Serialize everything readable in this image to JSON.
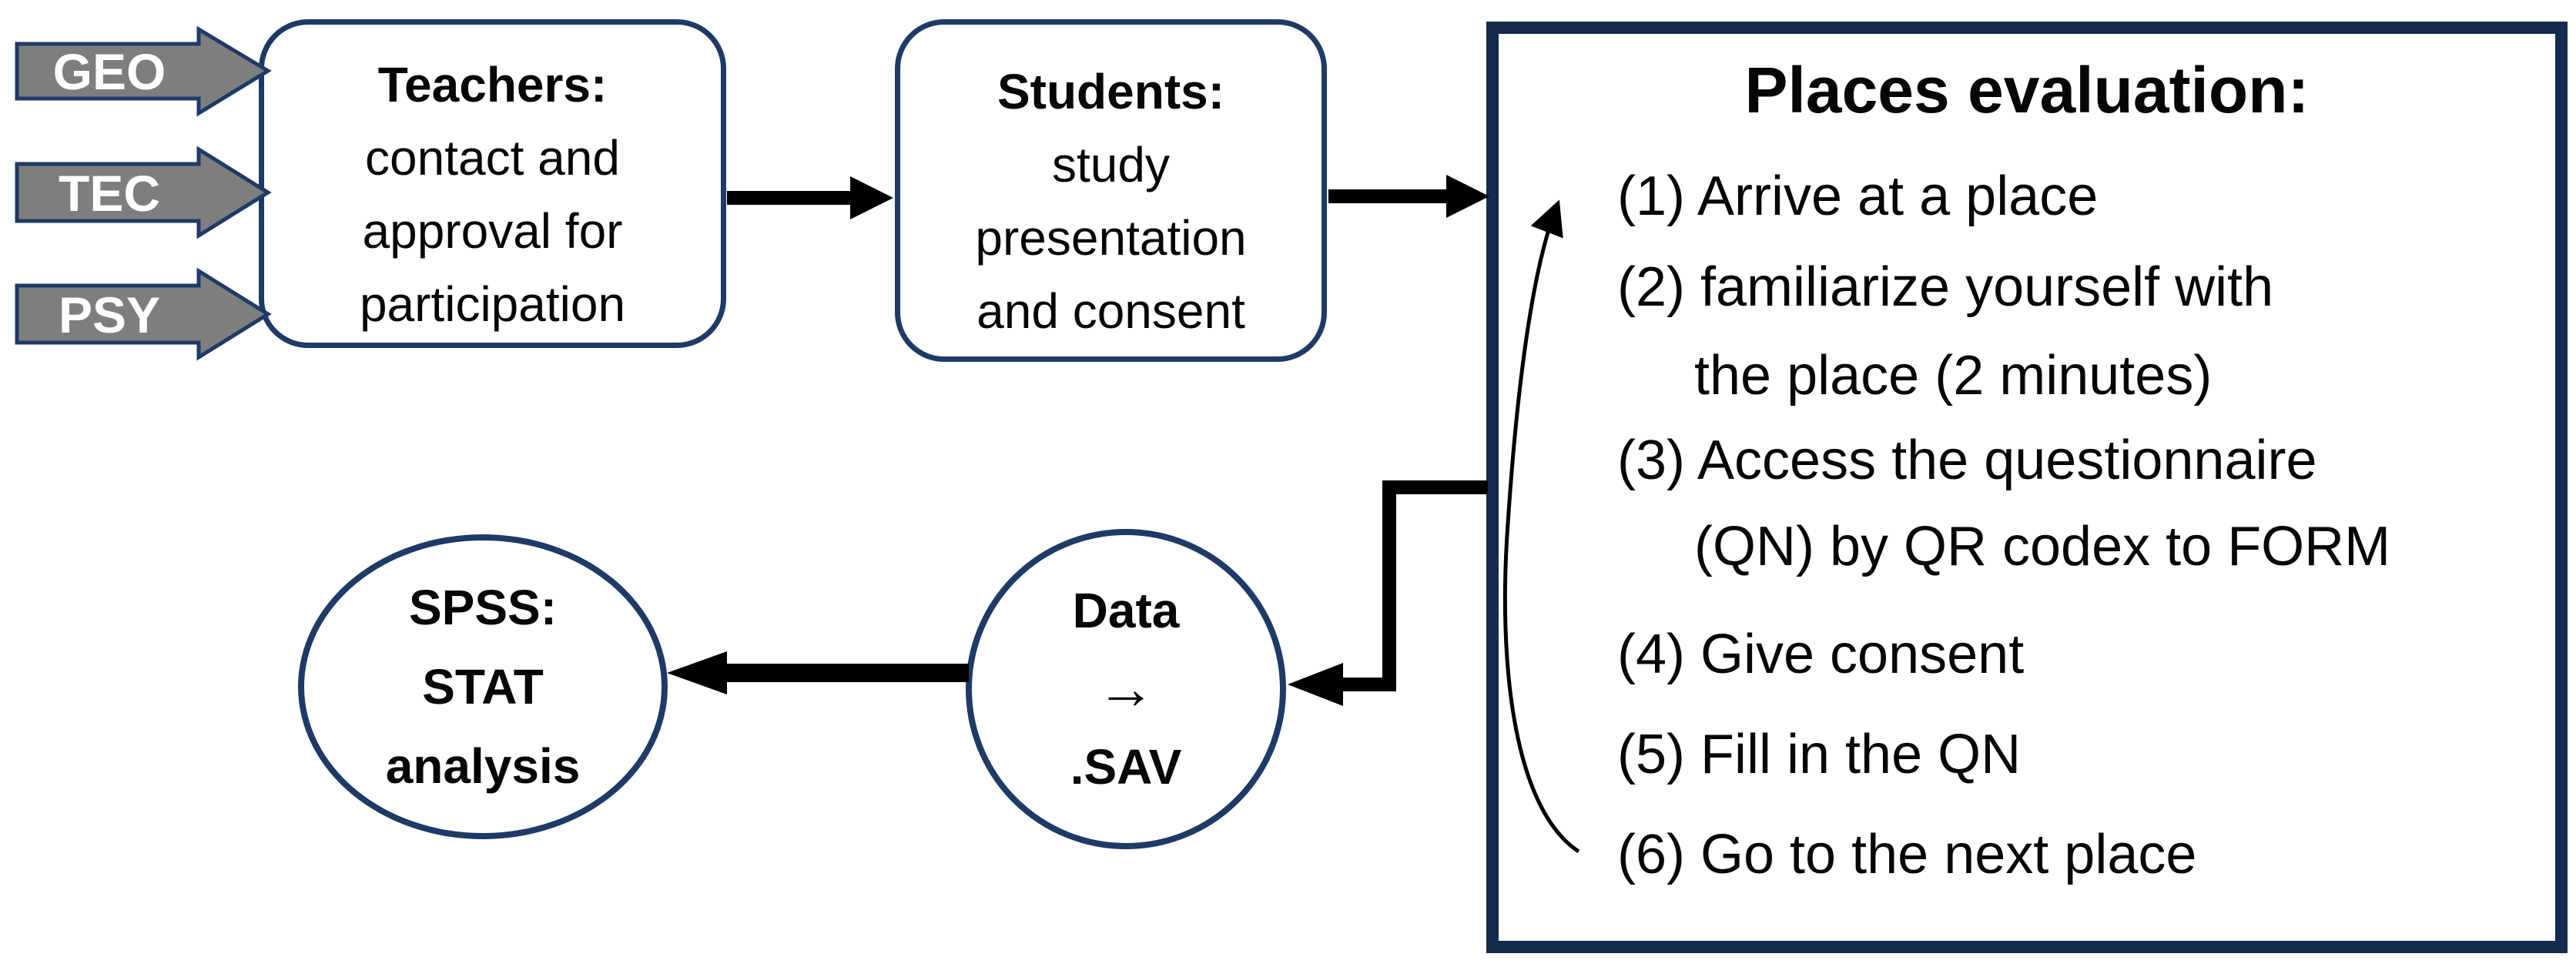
{
  "banners": {
    "items": [
      {
        "label": "GEO"
      },
      {
        "label": "TEC"
      },
      {
        "label": "PSY"
      }
    ]
  },
  "teachers_box": {
    "title": "Teachers:",
    "lines": [
      "contact and",
      "approval for",
      "participation"
    ]
  },
  "students_box": {
    "title": "Students:",
    "lines": [
      "study",
      "presentation",
      "and consent"
    ]
  },
  "places_box": {
    "title": "Places evaluation:",
    "steps": [
      "(1) Arrive at a place",
      "(2) familiarize yourself with",
      "the place (2 minutes)",
      "(3) Access the questionnaire",
      "(QN) by QR codex to FORM",
      "(4) Give consent",
      "(5) Fill in the QN",
      "(6) Go to the next place"
    ]
  },
  "data_circle": {
    "line1": "Data",
    "arrow_glyph": "→",
    "line2": ".SAV"
  },
  "spss_ellipse": {
    "lines": [
      "SPSS:",
      "STAT",
      "analysis"
    ]
  },
  "colors": {
    "shape_border_navy": "#1e3a66",
    "places_border_navy": "#132b4e",
    "banner_gray": "#7e7e7e",
    "arrow_black": "#000000",
    "label_white": "#ffffff"
  }
}
